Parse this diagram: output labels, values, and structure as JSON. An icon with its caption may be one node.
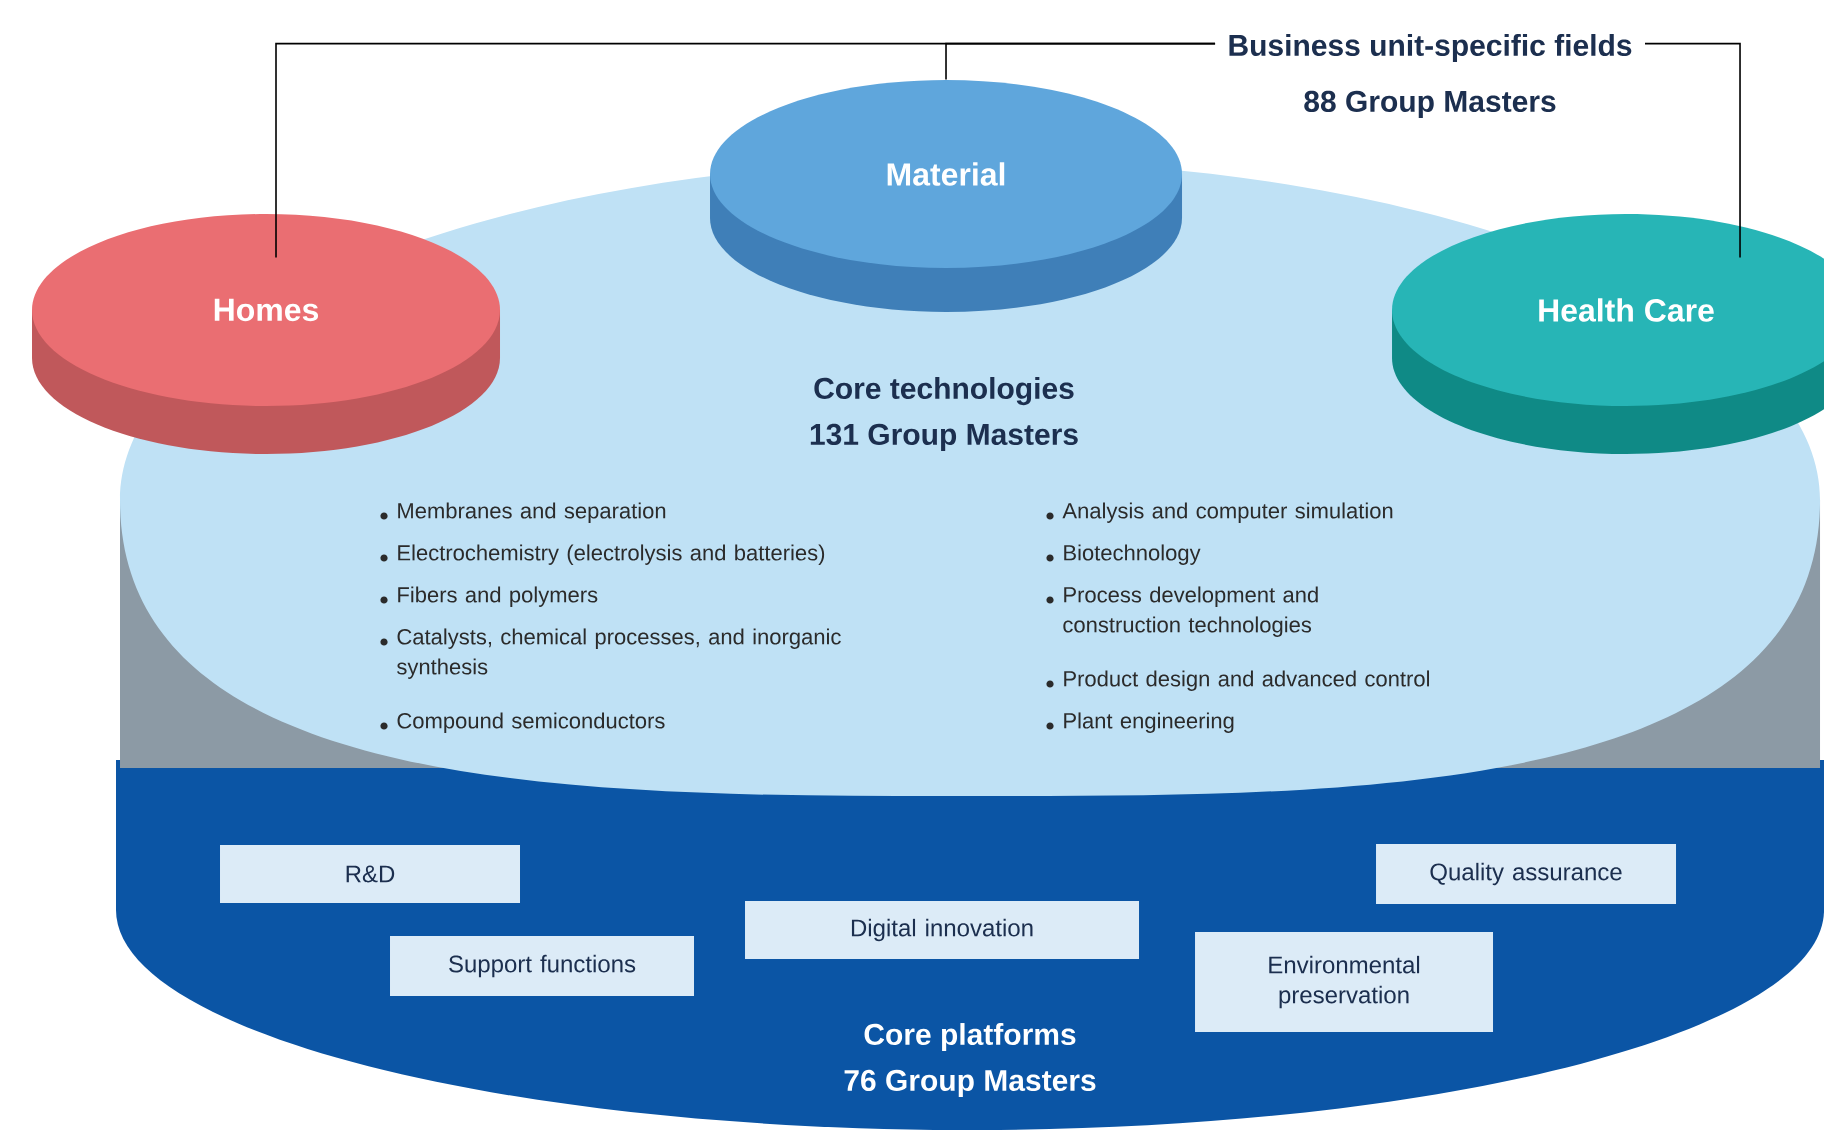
{
  "diagram": {
    "nodes": [
      {
        "text": [
          "Core platforms",
          "76 Group Masters"
        ]
      },
      {
        "text": [
          "Core technologies",
          "131 Group Masters",
          "Membranes and separation",
          "Electrochemistry (electrolysis and batteries)",
          "Fibers and polymers",
          "Catalysts, chemical processes, and inorganic synthesis",
          "Compound semiconductors",
          "Analysis and computer simulation",
          "Biotechnology",
          "Process development and construction technologies",
          "Product design and advanced control",
          "Plant engineering"
        ]
      },
      {
        "text": [
          "R&D"
        ],
        "in": 0
      },
      {
        "text": [
          "Homes"
        ]
      },
      {
        "text": [
          "Material"
        ]
      },
      {
        "text": [
          "Support functions"
        ],
        "in": 0
      },
      {
        "text": [
          "Digital innovation"
        ],
        "in": 0
      },
      {
        "text": [
          "Health Care"
        ]
      },
      {
        "text": [
          "Business unit-specific fields",
          "88 Group Masters"
        ]
      },
      {
        "text": [
          "Environmental preservation"
        ],
        "in": 0
      },
      {
        "text": [
          "Quality assurance"
        ],
        "in": 0
      }
    ],
    "edges": [
      {
        "from": 8,
        "to": 3,
        "arrow": "none"
      },
      {
        "from": 8,
        "to": 4,
        "arrow": "none"
      },
      {
        "from": 8,
        "to": 7,
        "arrow": "none"
      }
    ]
  }
}
